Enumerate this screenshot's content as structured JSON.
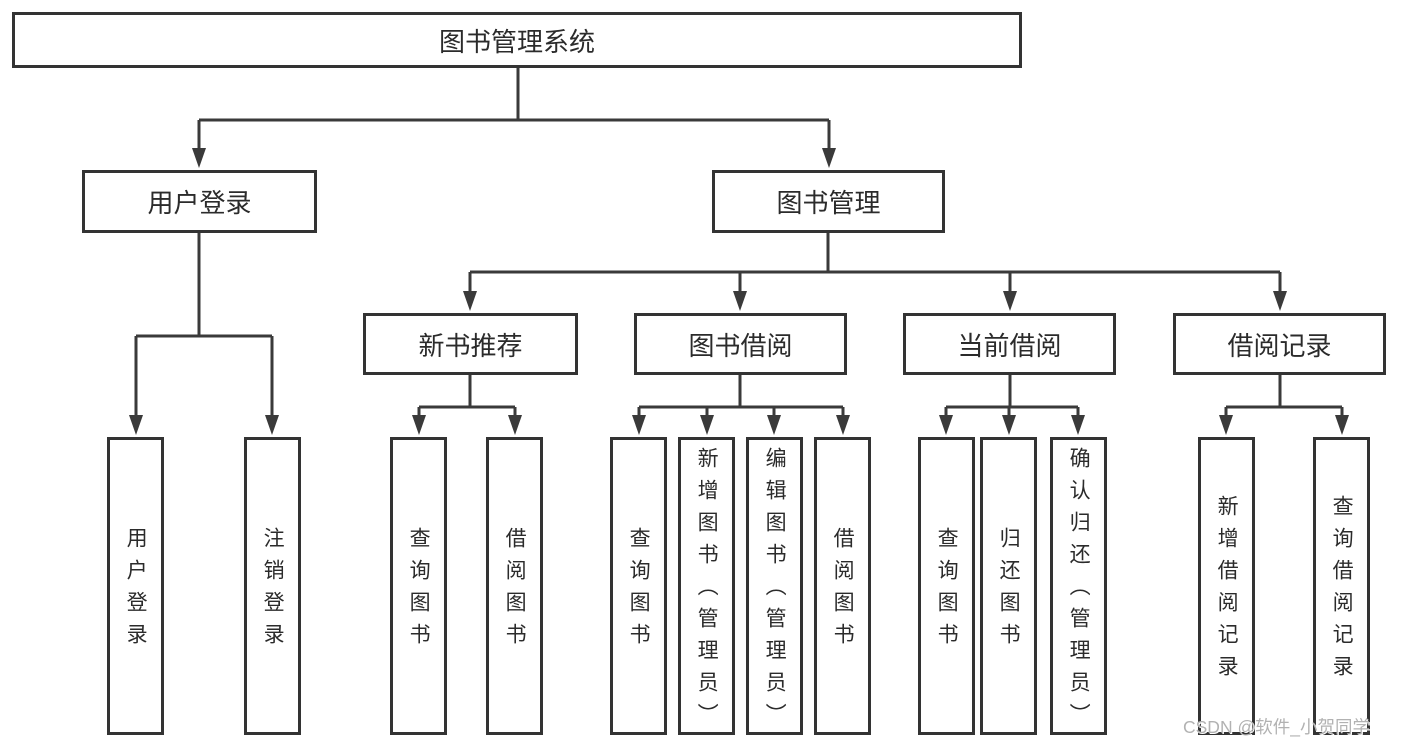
{
  "tree": {
    "root": {
      "label": "图书管理系统"
    },
    "children": [
      {
        "label": "用户登录",
        "children": [
          {
            "label": "用户登录"
          },
          {
            "label": "注销登录"
          }
        ]
      },
      {
        "label": "图书管理",
        "children": [
          {
            "label": "新书推荐",
            "children": [
              {
                "label": "查询图书"
              },
              {
                "label": "借阅图书"
              }
            ]
          },
          {
            "label": "图书借阅",
            "children": [
              {
                "label": "查询图书"
              },
              {
                "label": "新增图书（管理员）"
              },
              {
                "label": "编辑图书（管理员）"
              },
              {
                "label": "借阅图书"
              }
            ]
          },
          {
            "label": "当前借阅",
            "children": [
              {
                "label": "查询图书"
              },
              {
                "label": "归还图书"
              },
              {
                "label": "确认归还（管理员）"
              }
            ]
          },
          {
            "label": "借阅记录",
            "children": [
              {
                "label": "新增借阅记录"
              },
              {
                "label": "查询借阅记录"
              }
            ]
          }
        ]
      }
    ]
  },
  "watermark": "CSDN @软件_小贺同学",
  "colors": {
    "background": "#ffffff",
    "line": "#3a3a3a",
    "box_border": "#333333",
    "text": "#2b2b2b",
    "watermark": "#b2b2b2"
  }
}
